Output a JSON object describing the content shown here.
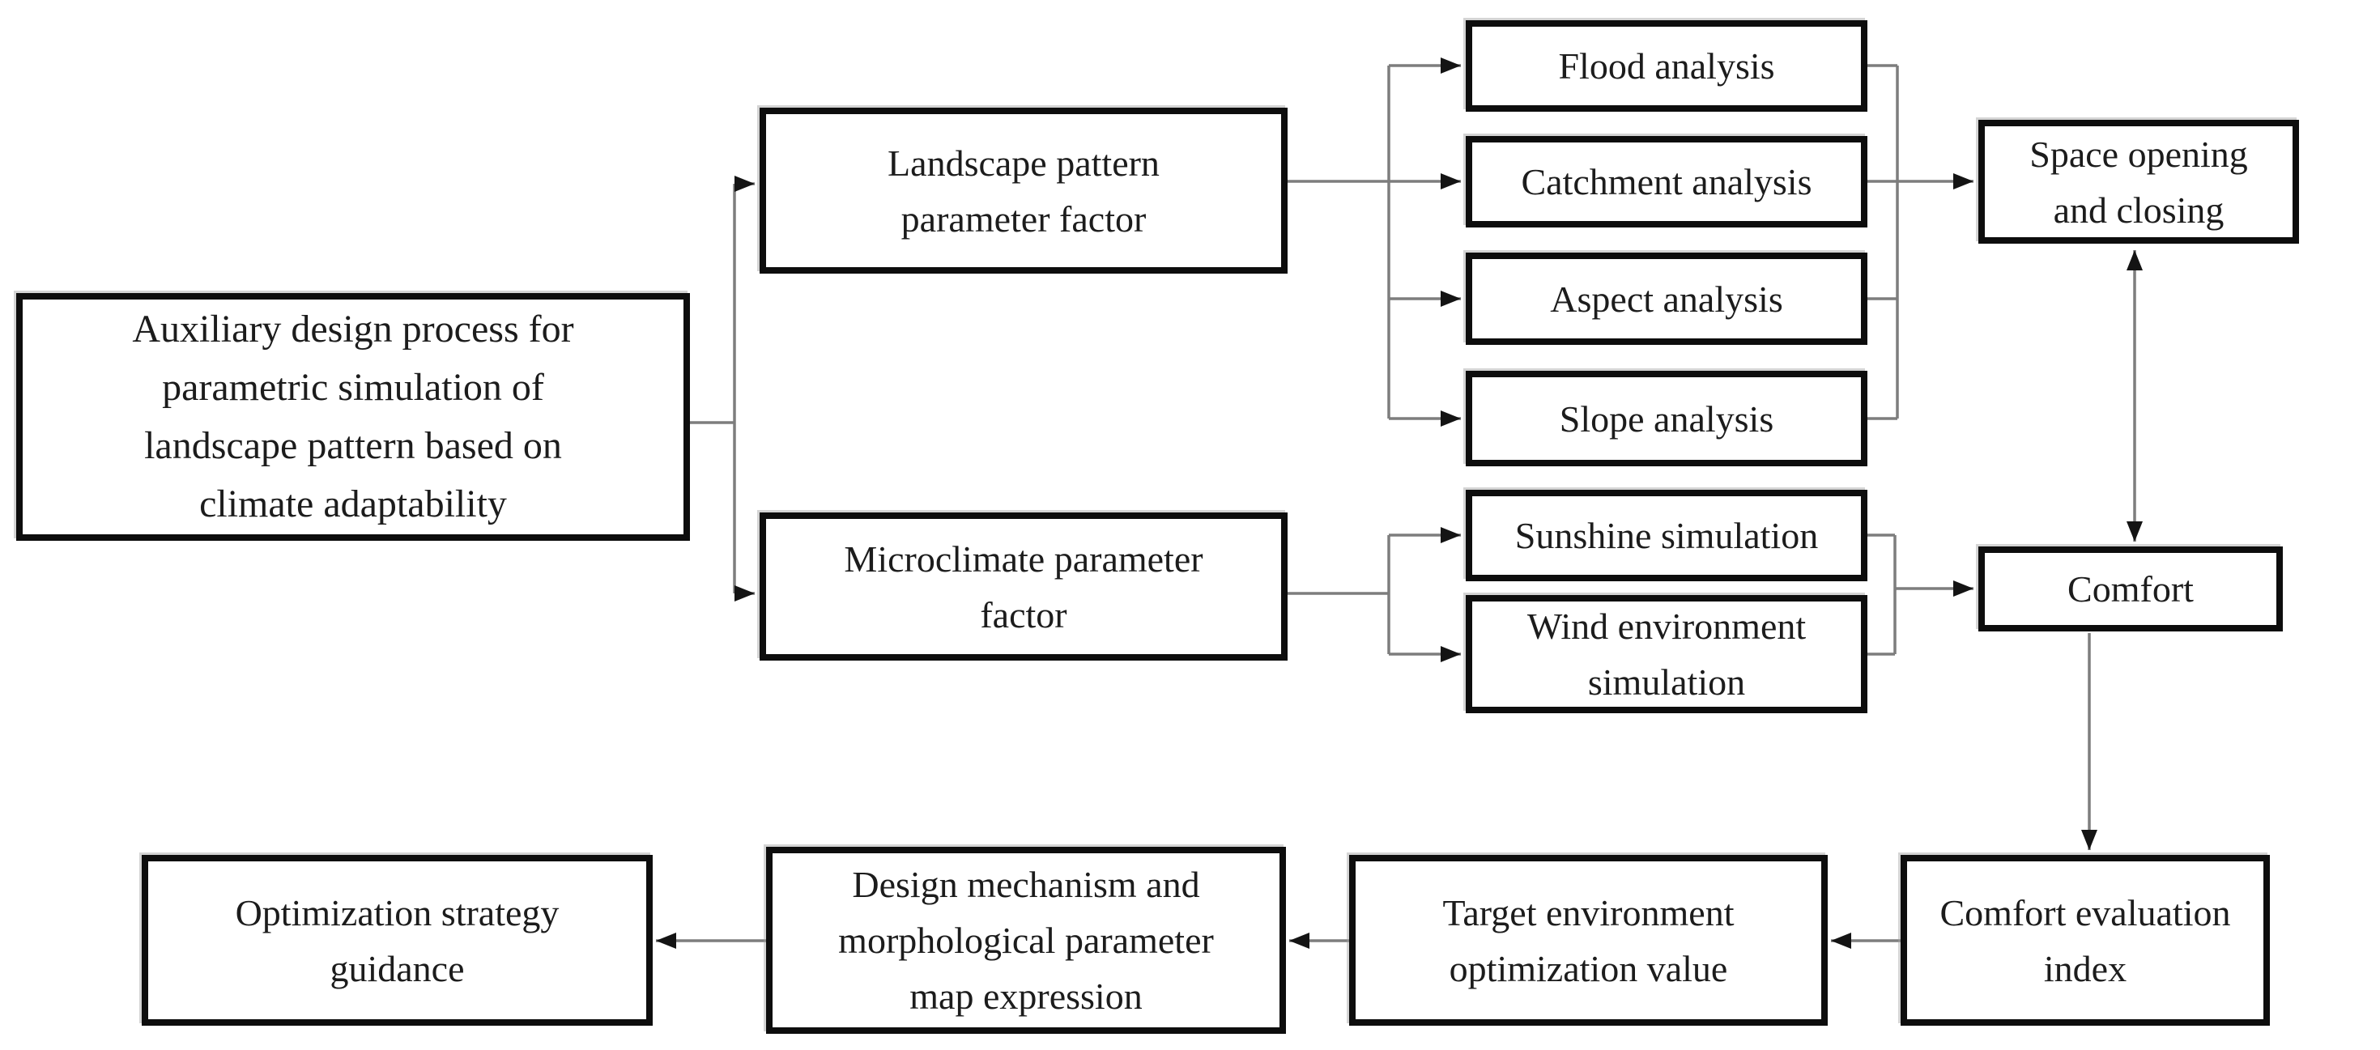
{
  "diagram": {
    "nodes": {
      "main": {
        "label": "Auxiliary design process for\nparametric simulation of\nlandscape pattern based on\nclimate adaptability"
      },
      "landscape": {
        "label": "Landscape pattern\nparameter factor"
      },
      "microclimate": {
        "label": "Microclimate parameter\nfactor"
      },
      "flood": {
        "label": "Flood analysis"
      },
      "catchment": {
        "label": "Catchment analysis"
      },
      "aspect": {
        "label": "Aspect analysis"
      },
      "slope": {
        "label": "Slope analysis"
      },
      "space": {
        "label": "Space opening\nand closing"
      },
      "sunshine": {
        "label": "Sunshine simulation"
      },
      "wind": {
        "label": "Wind environment\nsimulation"
      },
      "comfort": {
        "label": "Comfort"
      },
      "comfort_eval": {
        "label": "Comfort evaluation\nindex"
      },
      "target": {
        "label": "Target environment\noptimization value"
      },
      "design": {
        "label": "Design mechanism and\nmorphological parameter\nmap expression"
      },
      "optimization": {
        "label": "Optimization strategy\nguidance"
      }
    },
    "edges": [
      {
        "from": "main",
        "to": "landscape",
        "style": "arrow"
      },
      {
        "from": "main",
        "to": "microclimate",
        "style": "arrow"
      },
      {
        "from": "landscape",
        "to": "flood",
        "style": "arrow"
      },
      {
        "from": "landscape",
        "to": "catchment",
        "style": "arrow"
      },
      {
        "from": "landscape",
        "to": "aspect",
        "style": "arrow"
      },
      {
        "from": "landscape",
        "to": "slope",
        "style": "arrow"
      },
      {
        "from": "flood",
        "to": "space",
        "style": "arrow"
      },
      {
        "from": "catchment",
        "to": "space",
        "style": "arrow"
      },
      {
        "from": "aspect",
        "to": "space",
        "style": "arrow"
      },
      {
        "from": "slope",
        "to": "space",
        "style": "arrow"
      },
      {
        "from": "microclimate",
        "to": "sunshine",
        "style": "arrow"
      },
      {
        "from": "microclimate",
        "to": "wind",
        "style": "arrow"
      },
      {
        "from": "sunshine",
        "to": "comfort",
        "style": "arrow"
      },
      {
        "from": "wind",
        "to": "comfort",
        "style": "arrow"
      },
      {
        "from": "space",
        "to": "comfort",
        "style": "double-arrow"
      },
      {
        "from": "comfort",
        "to": "comfort_eval",
        "style": "arrow"
      },
      {
        "from": "comfort_eval",
        "to": "target",
        "style": "arrow"
      },
      {
        "from": "target",
        "to": "design",
        "style": "arrow"
      },
      {
        "from": "design",
        "to": "optimization",
        "style": "arrow"
      }
    ],
    "colors": {
      "background": "#ffffff",
      "box_fill": "#ffffff",
      "box_border": "#0d0d0d",
      "text": "#1c1c1c",
      "connector": "#7d7d7d",
      "arrowhead": "#141414"
    }
  }
}
